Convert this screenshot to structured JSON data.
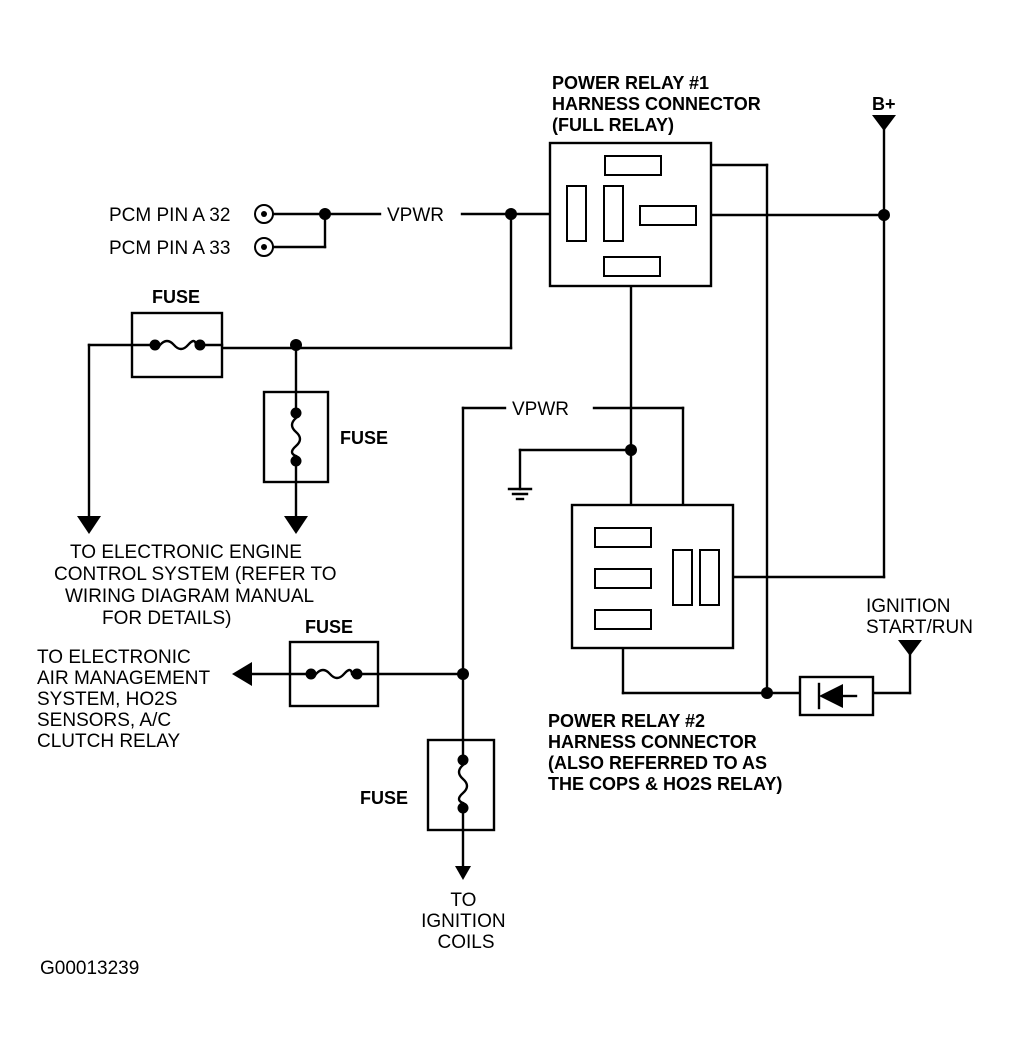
{
  "labels": {
    "pcm_pin_a32": "PCM PIN A 32",
    "pcm_pin_a33": "PCM PIN A 33",
    "vpwr_top": "VPWR",
    "vpwr_mid": "VPWR",
    "b_plus": "B+",
    "fuse_top": "FUSE",
    "fuse_right": "FUSE",
    "fuse_mid": "FUSE",
    "fuse_bottom": "FUSE",
    "relay1": [
      "POWER RELAY #1",
      "HARNESS CONNECTOR",
      "(FULL RELAY)"
    ],
    "relay2": [
      "POWER RELAY #2",
      "HARNESS CONNECTOR",
      "(ALSO REFERRED TO AS",
      "THE COPS & HO2S RELAY)"
    ],
    "ignition": [
      "IGNITION",
      "START/RUN"
    ],
    "eec": [
      "TO ELECTRONIC ENGINE",
      "CONTROL SYSTEM (REFER TO",
      "WIRING DIAGRAM MANUAL",
      "FOR DETAILS)"
    ],
    "air": [
      "TO ELECTRONIC",
      "AIR MANAGEMENT",
      "SYSTEM, HO2S",
      "SENSORS, A/C",
      "CLUTCH RELAY"
    ],
    "coils": [
      "TO",
      "IGNITION",
      "COILS"
    ],
    "figure_id": "G00013239"
  }
}
